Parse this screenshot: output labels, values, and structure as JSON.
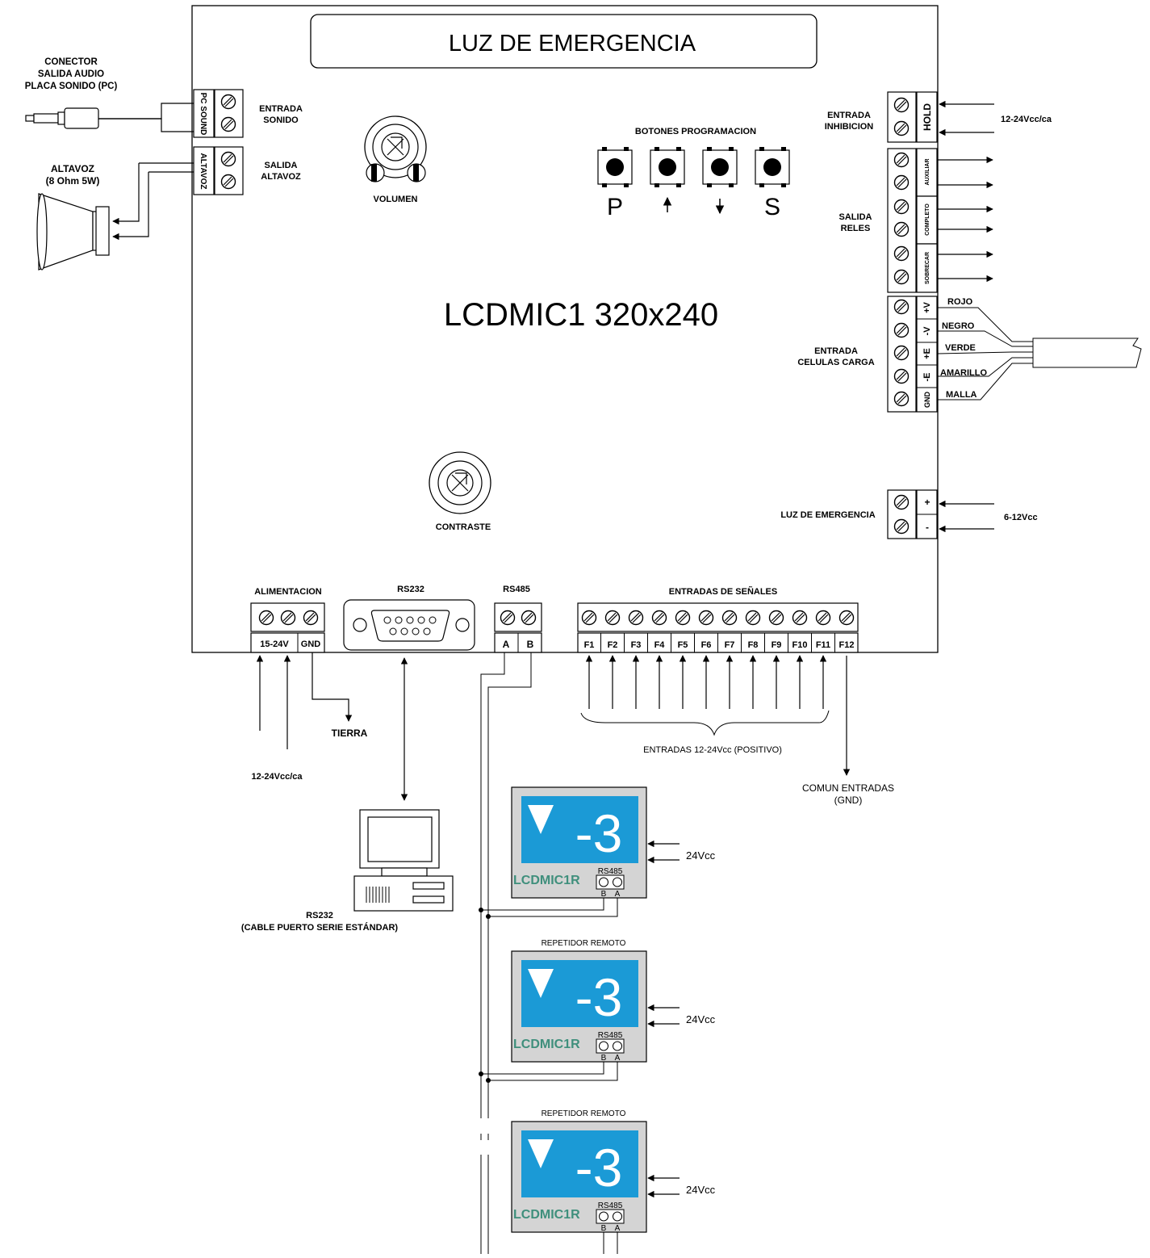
{
  "title": "LUZ DE EMERGENCIA",
  "model": "LCDMIC1 320x240",
  "left": {
    "connector": [
      "CONECTOR",
      "SALIDA AUDIO",
      "PLACA SONIDO (PC)"
    ],
    "speaker": [
      "ALTAVOZ",
      "(8 Ohm 5W)"
    ],
    "pc_sound_label": "PC SOUND",
    "altavoz_label": "ALTAVOZ",
    "entrada_sonido": [
      "ENTRADA",
      "SONIDO"
    ],
    "salida_altavoz": [
      "SALIDA",
      "ALTAVOZ"
    ]
  },
  "volumen": "VOLUMEN",
  "contraste": "CONTRASTE",
  "buttons": {
    "title": "BOTONES PROGRAMACION",
    "labels": [
      "P",
      "↑",
      "↓",
      "S"
    ]
  },
  "right": {
    "inhibicion": [
      "ENTRADA",
      "INHIBICION"
    ],
    "hold": "HOLD",
    "hold_voltage": "12-24Vcc/ca",
    "reles": [
      "SALIDA",
      "RELES"
    ],
    "relay_labels": [
      "AUXILIAR",
      "COMPLETO",
      "SOBRECAR"
    ],
    "celulas": [
      "ENTRADA",
      "CELULAS CARGA"
    ],
    "cell_pins": [
      "+V",
      "-V",
      "+E",
      "-E",
      "GND"
    ],
    "wires": [
      "ROJO",
      "NEGRO",
      "VERDE",
      "AMARILLO",
      "MALLA"
    ],
    "luz": "LUZ DE EMERGENCIA",
    "luz_pins": [
      "+",
      "-"
    ],
    "luz_voltage": "6-12Vcc"
  },
  "bottom": {
    "alimentacion": "ALIMENTACION",
    "power_pins": [
      "15-24V",
      "GND"
    ],
    "rs232": "RS232",
    "rs485": "RS485",
    "rs485_pins": [
      "A",
      "B"
    ],
    "entradas": "ENTRADAS DE SEÑALES",
    "signal_pins": [
      "F1",
      "F2",
      "F3",
      "F4",
      "F5",
      "F6",
      "F7",
      "F8",
      "F9",
      "F10",
      "F11",
      "F12"
    ],
    "tierra": "TIERRA",
    "power_voltage": "12-24Vcc/ca",
    "entradas_pos": "ENTRADAS 12-24Vcc (POSITIVO)",
    "comun": [
      "COMUN ENTRADAS",
      "(GND)"
    ],
    "pc_label": [
      "RS232",
      "(CABLE PUERTO SERIE ESTÁNDAR)"
    ]
  },
  "repeaters": {
    "title": "REPETIDOR REMOTO",
    "display": "-3",
    "model": "LCDMIC1R",
    "rs485": "RS485",
    "pins": [
      "B",
      "A"
    ],
    "supply": "24Vcc"
  },
  "colors": {
    "display_blue": "#1b9ad6",
    "repeater_gray": "#d4d4d4",
    "model_green": "#3f8f7c"
  }
}
